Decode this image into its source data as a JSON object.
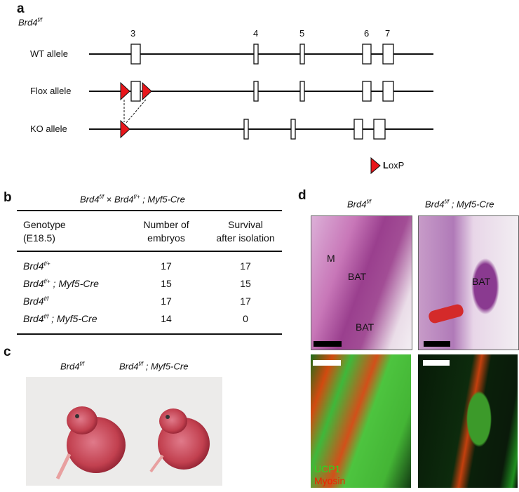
{
  "panel_a": {
    "label": "a",
    "title_gene": "Brd4",
    "title_sup": "f/f",
    "exon_labels": [
      "3",
      "4",
      "5",
      "6",
      "7"
    ],
    "rows": [
      {
        "label": "WT allele"
      },
      {
        "label": "Flox allele"
      },
      {
        "label": "KO allele"
      }
    ],
    "legend": {
      "bold": "L",
      "rest": "oxP"
    },
    "colors": {
      "loxp": "#e8161b"
    }
  },
  "panel_b": {
    "label": "b",
    "cross": {
      "g1": "Brd4",
      "s1": "f/f",
      "x": " × ",
      "g2": "Brd4",
      "s2": "f/+",
      "rest": " ; Myf5-Cre"
    },
    "headers": {
      "genotype_1": "Genotype",
      "genotype_2": "(E18.5)",
      "number_1": "Number of",
      "number_2": "embryos",
      "survival_1": "Survival",
      "survival_2": "after isolation"
    },
    "rows": [
      {
        "gene": "Brd4",
        "sup": "f/+",
        "cre": "",
        "number": "17",
        "survival": "17"
      },
      {
        "gene": "Brd4",
        "sup": "f/+",
        "cre": " ; Myf5-Cre",
        "number": "15",
        "survival": "15"
      },
      {
        "gene": "Brd4",
        "sup": "f/f",
        "cre": "",
        "number": "17",
        "survival": "17"
      },
      {
        "gene": "Brd4",
        "sup": "f/f",
        "cre": " ; Myf5-Cre",
        "number": "14",
        "survival": "0"
      }
    ]
  },
  "panel_c": {
    "label": "c",
    "col1": {
      "gene": "Brd4",
      "sup": "f/f",
      "cre": ""
    },
    "col2": {
      "gene": "Brd4",
      "sup": "f/f",
      "cre": " ; Myf5-Cre"
    }
  },
  "panel_d": {
    "label": "d",
    "col1": {
      "gene": "Brd4",
      "sup": "f/f",
      "cre": ""
    },
    "col2": {
      "gene": "Brd4",
      "sup": "f/f",
      "cre": " ; Myf5-Cre"
    },
    "he_labels": {
      "m": "M",
      "bat1": "BAT",
      "bat2": "BAT",
      "bat3": "BAT"
    },
    "stain_labels": {
      "ucp1": "UCP1",
      "myosin": "Myosin"
    },
    "colors": {
      "ucp1": "#22dd22",
      "myosin": "#ee2200"
    }
  }
}
